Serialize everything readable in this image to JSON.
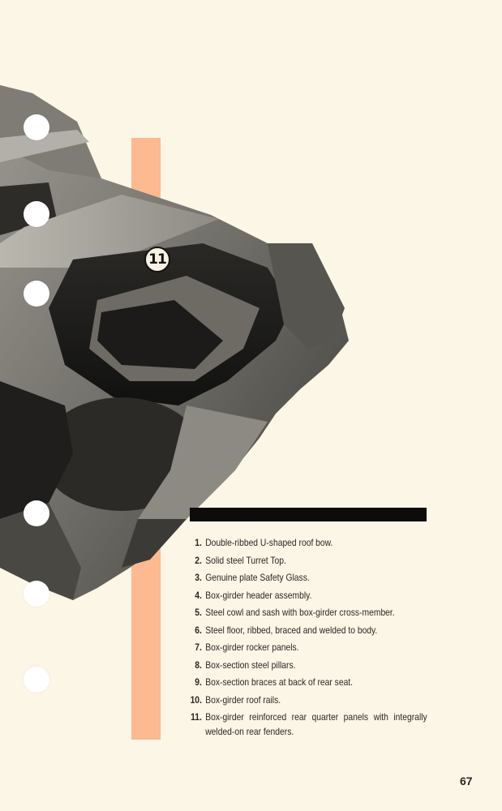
{
  "page": {
    "background_color": "#fbf6e6",
    "accent_color": "#fdb98f",
    "rule_color": "#0e0c0b",
    "page_number": "67"
  },
  "illustration": {
    "subject": "cutaway car body shell — rear quarter panels and trunk",
    "callout_label": "11"
  },
  "binder_holes": {
    "count": 6
  },
  "features": [
    {
      "num": "1.",
      "text": "Double-ribbed U-shaped roof bow."
    },
    {
      "num": "2.",
      "text": "Solid steel Turret Top."
    },
    {
      "num": "3.",
      "text": "Genuine plate Safety Glass."
    },
    {
      "num": "4.",
      "text": "Box-girder header assembly."
    },
    {
      "num": "5.",
      "text": "Steel cowl and sash with box-girder cross-member."
    },
    {
      "num": "6.",
      "text": "Steel floor, ribbed, braced and welded to body."
    },
    {
      "num": "7.",
      "text": "Box-girder rocker panels."
    },
    {
      "num": "8.",
      "text": "Box-section steel pillars."
    },
    {
      "num": "9.",
      "text": "Box-section braces at back of rear seat."
    },
    {
      "num": "10.",
      "text": "Box-girder roof rails."
    },
    {
      "num": "11.",
      "text": "Box-girder reinforced rear quarter panels with integrally welded-on rear fenders."
    }
  ]
}
